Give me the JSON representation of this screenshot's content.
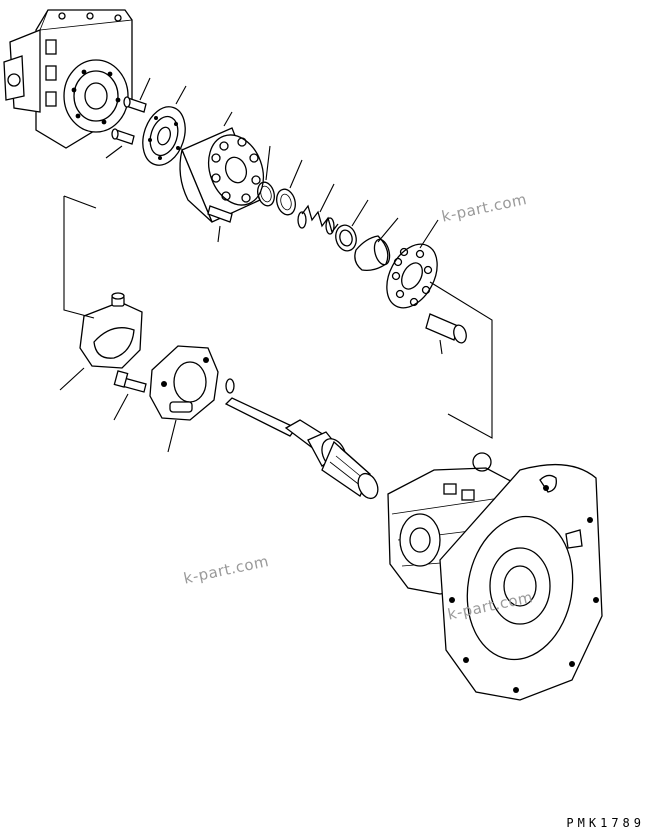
{
  "watermarks": [
    "k-part.com",
    "k-part.com",
    "k-part.com"
  ],
  "diagram_code": "PMK1789",
  "colors": {
    "ink": "#000000",
    "paper": "#ffffff",
    "watermark": "#9a9a9a"
  }
}
